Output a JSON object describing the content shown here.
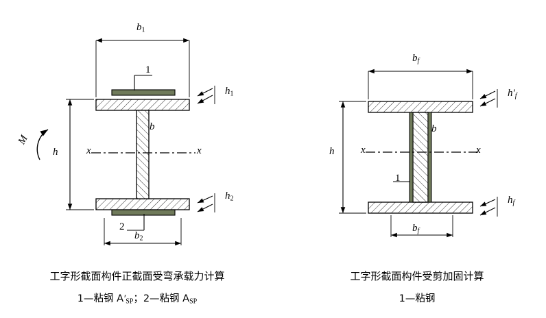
{
  "figure": {
    "left_diagram": {
      "name": "I-section bending strengthening diagram",
      "labels": {
        "b1": "b",
        "b1_sub": "1",
        "b2": "b",
        "b2_sub": "2",
        "h": "h",
        "h1": "h",
        "h1_sub": "1",
        "h2": "h",
        "h2_sub": "2",
        "b_web": "b",
        "M": "M",
        "x_left": "x",
        "x_right": "x",
        "callout_1": "1",
        "callout_2": "2"
      },
      "caption_line1": "工字形截面构件正截面受弯承载力计算",
      "caption_line2_a": "1—粘钢 A",
      "caption_line2_a_sub": "SP",
      "caption_line2_a_prime": "′",
      "caption_line2_b": "；2—粘钢 A",
      "caption_line2_b_sub": "SP"
    },
    "right_diagram": {
      "name": "I-section shear strengthening diagram",
      "labels": {
        "bf_top": "b",
        "bf_top_sub": "f",
        "bf_bottom": "b",
        "bf_bottom_sub": "f",
        "h": "h",
        "hf_top": "h",
        "hf_top_sub": "f",
        "hf_top_prime": "′",
        "hf_bottom": "h",
        "hf_bottom_sub": "f",
        "b_web": "b",
        "x_left": "x",
        "x_right": "x",
        "callout_1": "1"
      },
      "caption_line1": "工字形截面构件受剪加固计算",
      "caption_line2": "1—粘钢"
    }
  },
  "colors": {
    "line": "#000000",
    "hatch_fill": "#ffffff",
    "plate_fill": "#6f7a5a",
    "background": "#ffffff"
  }
}
